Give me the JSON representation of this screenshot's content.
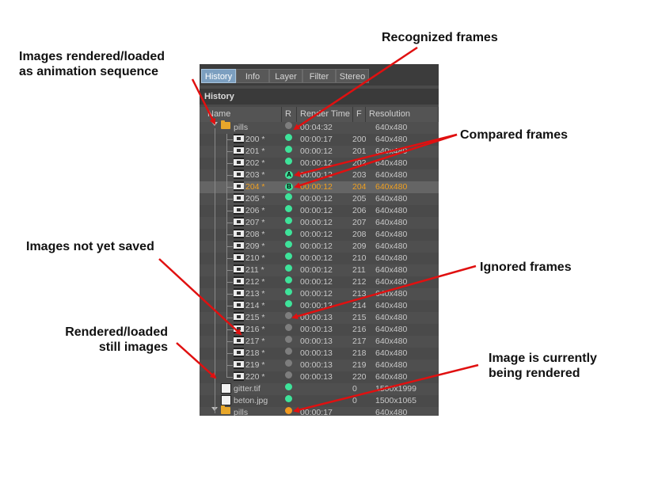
{
  "tabs": [
    "History",
    "Info",
    "Layer",
    "Filter",
    "Stereo"
  ],
  "panel_title": "History",
  "columns": [
    "Name",
    "R",
    "Render Time",
    "F",
    "Resolution"
  ],
  "rows": [
    {
      "kind": "folder",
      "name": "pills",
      "status": "grey",
      "time": "00:04:32",
      "frame": "",
      "res": "640x480"
    },
    {
      "kind": "frame",
      "name": "200 *",
      "status": "green",
      "time": "00:00:17",
      "frame": "200",
      "res": "640x480"
    },
    {
      "kind": "frame",
      "name": "201 *",
      "status": "green",
      "time": "00:00:12",
      "frame": "201",
      "res": "640x480"
    },
    {
      "kind": "frame",
      "name": "202 *",
      "status": "green",
      "time": "00:00:12",
      "frame": "202",
      "res": "640x480"
    },
    {
      "kind": "frame",
      "name": "203 *",
      "status": "A",
      "time": "00:00:12",
      "frame": "203",
      "res": "640x480"
    },
    {
      "kind": "frame",
      "name": "204 *",
      "status": "B",
      "time": "00:00:12",
      "frame": "204",
      "res": "640x480",
      "selected": true
    },
    {
      "kind": "frame",
      "name": "205 *",
      "status": "green",
      "time": "00:00:12",
      "frame": "205",
      "res": "640x480"
    },
    {
      "kind": "frame",
      "name": "206 *",
      "status": "green",
      "time": "00:00:12",
      "frame": "206",
      "res": "640x480"
    },
    {
      "kind": "frame",
      "name": "207 *",
      "status": "green",
      "time": "00:00:12",
      "frame": "207",
      "res": "640x480"
    },
    {
      "kind": "frame",
      "name": "208 *",
      "status": "green",
      "time": "00:00:12",
      "frame": "208",
      "res": "640x480"
    },
    {
      "kind": "frame",
      "name": "209 *",
      "status": "green",
      "time": "00:00:12",
      "frame": "209",
      "res": "640x480"
    },
    {
      "kind": "frame",
      "name": "210 *",
      "status": "green",
      "time": "00:00:12",
      "frame": "210",
      "res": "640x480"
    },
    {
      "kind": "frame",
      "name": "211 *",
      "status": "green",
      "time": "00:00:12",
      "frame": "211",
      "res": "640x480"
    },
    {
      "kind": "frame",
      "name": "212 *",
      "status": "green",
      "time": "00:00:12",
      "frame": "212",
      "res": "640x480"
    },
    {
      "kind": "frame",
      "name": "213 *",
      "status": "green",
      "time": "00:00:12",
      "frame": "213",
      "res": "640x480"
    },
    {
      "kind": "frame",
      "name": "214 *",
      "status": "green",
      "time": "00:00:13",
      "frame": "214",
      "res": "640x480"
    },
    {
      "kind": "frame",
      "name": "215 *",
      "status": "grey",
      "time": "00:00:13",
      "frame": "215",
      "res": "640x480"
    },
    {
      "kind": "frame",
      "name": "216 *",
      "status": "grey",
      "time": "00:00:13",
      "frame": "216",
      "res": "640x480"
    },
    {
      "kind": "frame",
      "name": "217 *",
      "status": "grey",
      "time": "00:00:13",
      "frame": "217",
      "res": "640x480"
    },
    {
      "kind": "frame",
      "name": "218 *",
      "status": "grey",
      "time": "00:00:13",
      "frame": "218",
      "res": "640x480"
    },
    {
      "kind": "frame",
      "name": "219 *",
      "status": "grey",
      "time": "00:00:13",
      "frame": "219",
      "res": "640x480"
    },
    {
      "kind": "frame",
      "name": "220 *",
      "status": "grey",
      "time": "00:00:13",
      "frame": "220",
      "res": "640x480"
    },
    {
      "kind": "still",
      "name": "gitter.tif",
      "status": "green",
      "time": "",
      "frame": "0",
      "res": "1500x1999"
    },
    {
      "kind": "still",
      "name": "beton.jpg",
      "status": "green",
      "time": "",
      "frame": "0",
      "res": "1500x1065"
    },
    {
      "kind": "folder",
      "name": "pills",
      "status": "orange",
      "time": "00:00:17",
      "frame": "",
      "res": "640x480"
    }
  ],
  "annotations": {
    "anim_sequence": [
      "Images rendered/loaded",
      "as animation sequence"
    ],
    "recognized": "Recognized frames",
    "compared": "Compared frames",
    "not_saved": "Images not yet saved",
    "ignored": "Ignored frames",
    "still_images": [
      "Rendered/loaded",
      "still images"
    ],
    "currently_rendered": [
      "Image is currently",
      "being rendered"
    ]
  },
  "colors": {
    "arrow": "#e01010",
    "rendered": "#3ee39a",
    "ignored": "#7e7e7e",
    "rendering": "#f29a1f",
    "selected_text": "#f0a020"
  }
}
